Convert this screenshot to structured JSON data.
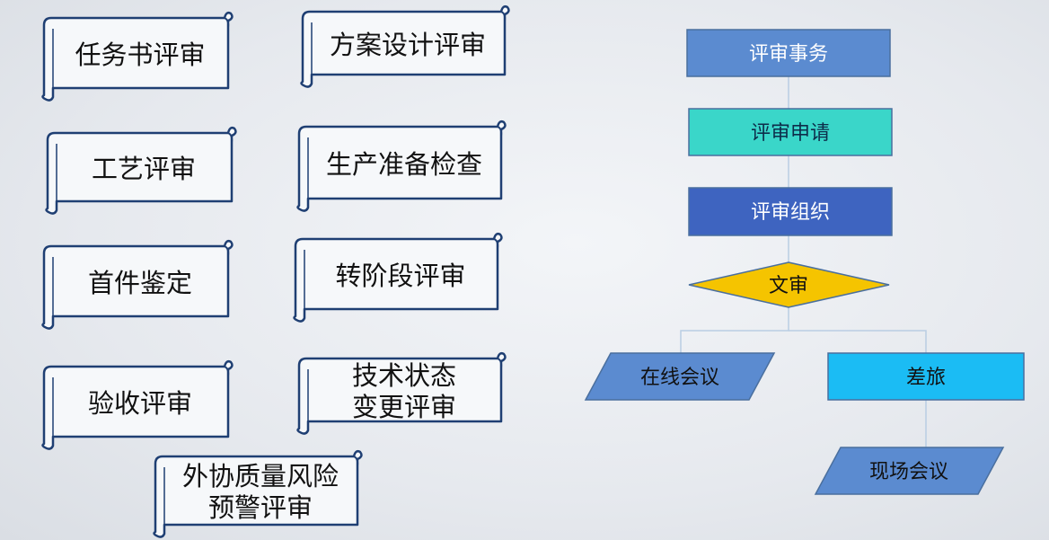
{
  "scrolls": [
    {
      "id": "renwushu",
      "label": "任务书评审"
    },
    {
      "id": "fangan",
      "label": "方案设计评审"
    },
    {
      "id": "gongyi",
      "label": "工艺评审"
    },
    {
      "id": "shengchan",
      "label": "生产准备检查"
    },
    {
      "id": "shoujian",
      "label": "首件鉴定"
    },
    {
      "id": "zhuanjieduan",
      "label": "转阶段评审"
    },
    {
      "id": "yanshou",
      "label": "验收评审"
    },
    {
      "id": "jishu",
      "label": "技术状态\n变更评审"
    },
    {
      "id": "waixie",
      "label": "外协质量风险\n预警评审"
    }
  ],
  "flow": {
    "shiwu": {
      "label": "评审事务",
      "fill": "#5b8bd0"
    },
    "shenqing": {
      "label": "评审申请",
      "fill": "#3ad6c9"
    },
    "zuzhi": {
      "label": "评审组织",
      "fill": "#3e64c0"
    },
    "wenshen": {
      "label": "文审",
      "fill": "#f5c400"
    },
    "zaixian": {
      "label": "在线会议",
      "fill": "#5b8bd0"
    },
    "chailv": {
      "label": "差旅",
      "fill": "#1bbcf4"
    },
    "xianchang": {
      "label": "现场会议",
      "fill": "#5b8bd0"
    }
  },
  "colors": {
    "scroll_stroke": "#1f3f73",
    "scroll_fill": "#f6f8fa",
    "connector": "#b9cde3",
    "node_stroke": "#4a6f9e"
  }
}
